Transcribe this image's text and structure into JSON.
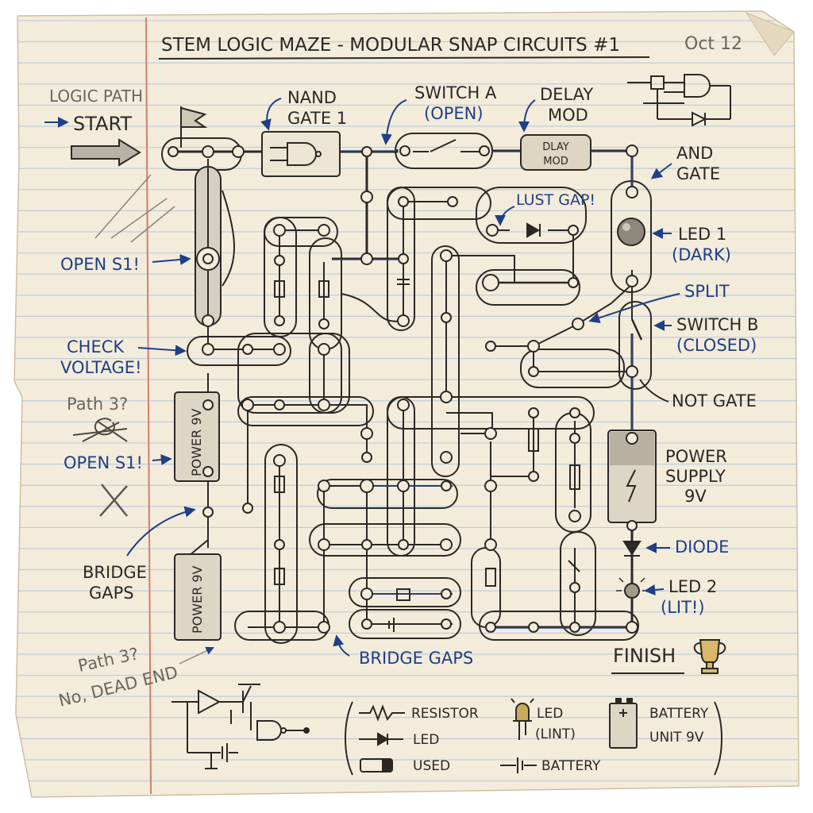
{
  "header": {
    "title": "STEM LOGIC MAZE - MODULAR SNAP CIRCUITS #1",
    "date": "Oct 12"
  },
  "labels": {
    "logic_path": "LOGIC PATH",
    "start": "START",
    "nand_gate_1": "NAND",
    "nand_gate_2": "GATE 1",
    "switch_a_1": "SWITCH A",
    "switch_a_2": "(OPEN)",
    "delay_mod_1": "DELAY",
    "delay_mod_2": "MOD",
    "dlay_module_1": "DLAY",
    "dlay_module_2": "MOD",
    "and_gate_1": "AND",
    "and_gate_2": "GATE",
    "lust_gap": "LUST GAP!",
    "led1_1": "LED 1",
    "led1_2": "(DARK)",
    "split": "SPLIT",
    "switch_b_1": "SWITCH B",
    "switch_b_2": "(CLOSED)",
    "not_gate": "NOT GATE",
    "power_supply_1": "POWER",
    "power_supply_2": "SUPPLY",
    "power_supply_3": "9V",
    "diode": "DIODE",
    "led2_1": "LED 2",
    "led2_2": "(LIT!)",
    "finish": "FINISH",
    "open_s1_a": "OPEN S1!",
    "check_voltage_1": "CHECK",
    "check_voltage_2": "VOLTAGE!",
    "path3_a": "Path 3?",
    "open_s1_b": "OPEN S1!",
    "bridge_gaps_left_1": "BRIDGE",
    "bridge_gaps_left_2": "GAPS",
    "power_9v_block": "POWER 9V",
    "path3_b": "Path 3?",
    "dead_end": "No, DEAD END",
    "bridge_gaps_bottom": "BRIDGE GAPS"
  },
  "legend": {
    "resistor": "RESISTOR",
    "led": "LED",
    "used": "USED",
    "led_lint_1": "LED",
    "led_lint_2": "(LINT)",
    "battery": "BATTERY",
    "battery_unit_1": "BATTERY",
    "battery_unit_2": "UNIT 9V"
  }
}
